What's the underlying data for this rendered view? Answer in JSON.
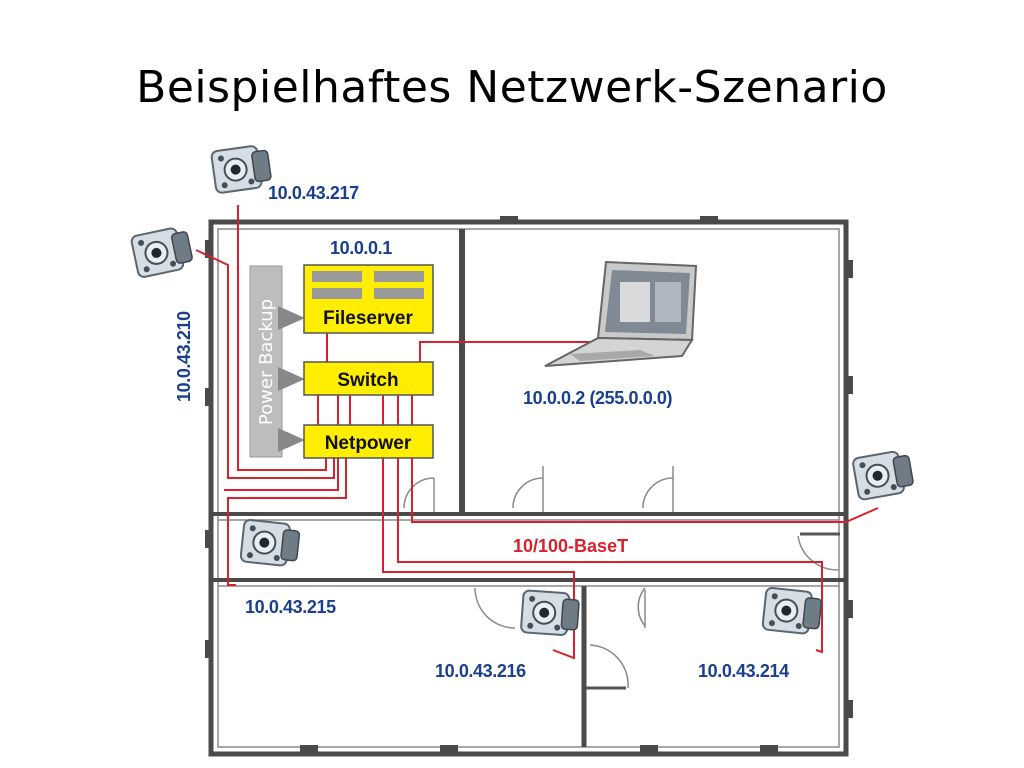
{
  "title": "Beispielhaftes Netzwerk-Szenario",
  "colors": {
    "cable": "#d9212c",
    "ip_text": "#1a3f8f",
    "device_box": "#ffee00",
    "wall": "#4a4a4a",
    "power_backup": "#bdbdbd"
  },
  "devices": {
    "fileserver": "Fileserver",
    "switch": "Switch",
    "netpower": "Netpower",
    "power_backup": "Power Backup",
    "server_ip": "10.0.0.1",
    "laptop_ip": "10.0.0.2 (255.0.0.0)"
  },
  "cable_label": "10/100-BaseT",
  "cameras": [
    {
      "ip": "10.0.43.217",
      "icon": "camera-icon"
    },
    {
      "ip": "10.0.43.210",
      "icon": "camera-icon"
    },
    {
      "ip": "10.0.43.215",
      "icon": "camera-icon"
    },
    {
      "ip": "10.0.43.216",
      "icon": "camera-icon"
    },
    {
      "ip": "10.0.43.214",
      "icon": "camera-icon"
    },
    {
      "ip": "",
      "icon": "camera-icon"
    }
  ],
  "laptop": {
    "icon": "laptop-icon"
  }
}
